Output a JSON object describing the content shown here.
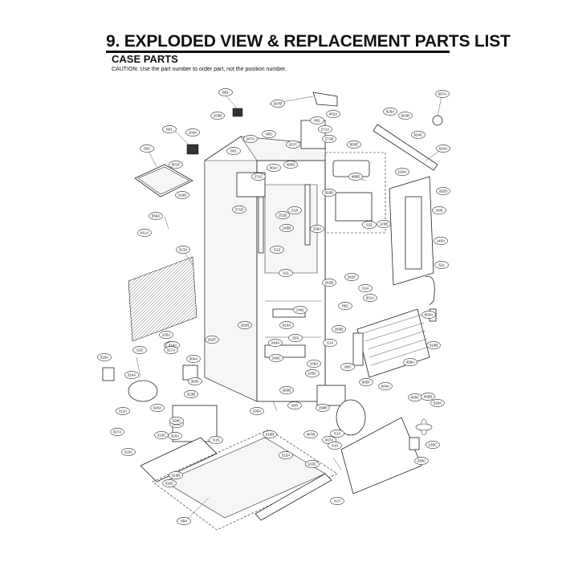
{
  "header": {
    "title": "9. EXPLODED VIEW & REPLACEMENT PARTS LIST",
    "section": "CASE PARTS",
    "caution": "CAUTION: Use the part number to order part, not the position number."
  },
  "callouts": [
    "801",
    "103B",
    "207B",
    "402A",
    "607A",
    "501",
    "103A",
    "207A",
    "803",
    "801",
    "861",
    "271A",
    "626A",
    "624D",
    "502",
    "501F",
    "271B",
    "503E",
    "624C",
    "624A",
    "402A",
    "400D",
    "207C",
    "271C",
    "409D",
    "503D",
    "120A",
    "262D",
    "310D",
    "271D",
    "151B",
    "S18",
    "S11",
    "S11",
    "120B",
    "145B",
    "558A",
    "S09",
    "611A",
    "S12",
    "158A",
    "145A",
    "313A",
    "S11",
    "262F",
    "262B",
    "S14",
    "301A",
    "802",
    "600A",
    "262B",
    "249L",
    "610A",
    "S03",
    "318A",
    "105A",
    "262F",
    "249A",
    "S14",
    "283B",
    "316B",
    "318A",
    "S16",
    "317A",
    "304A",
    "249C",
    "409A",
    "316A",
    "109A",
    "303C",
    "105C",
    "803",
    "314A",
    "312A",
    "323B",
    "260B",
    "605F",
    "604A",
    "605C",
    "405B",
    "329A",
    "420A",
    "327A",
    "329C",
    "158B",
    "803",
    "105A",
    "328C",
    "313C",
    "316A",
    "S15",
    "316B",
    "407B",
    "S13",
    "407A",
    "135C",
    "319B",
    "316C",
    "315A",
    "S10",
    "330C",
    "310C",
    "103C",
    "S17",
    "804"
  ]
}
